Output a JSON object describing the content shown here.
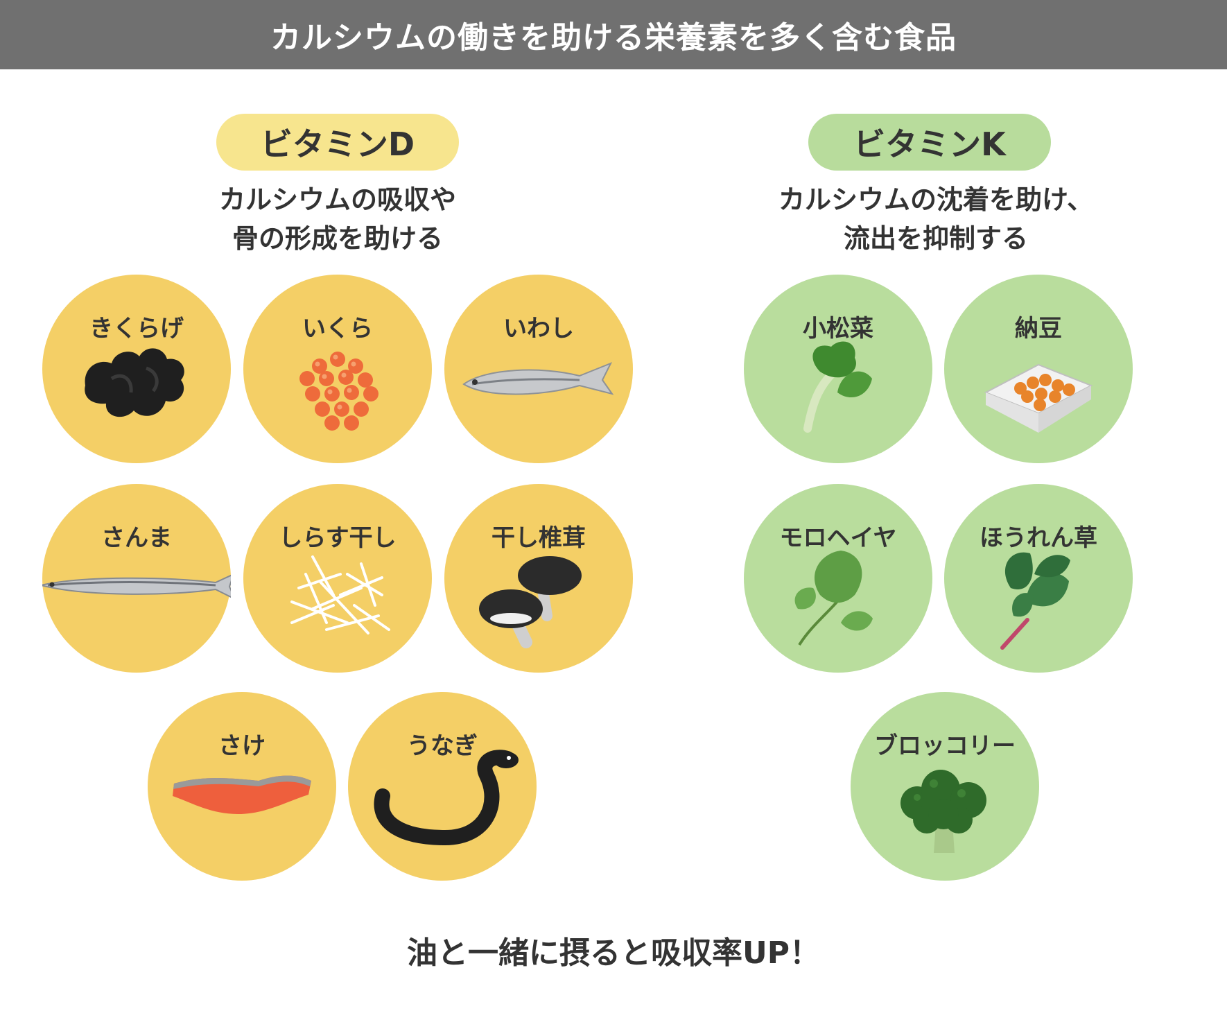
{
  "title": "カルシウムの働きを助ける栄養素を多く含む食品",
  "vitamin_d": {
    "label": "ビタミンD",
    "description_line1": "カルシウムの吸収や",
    "description_line2": "骨の形成を助ける",
    "foods": [
      "きくらげ",
      "いくら",
      "いわし",
      "さんま",
      "しらす干し",
      "干し椎茸",
      "さけ",
      "うなぎ"
    ]
  },
  "vitamin_k": {
    "label": "ビタミンK",
    "description_line1": "カルシウムの沈着を助け、",
    "description_line2": "流出を抑制する",
    "foods": [
      "小松菜",
      "納豆",
      "モロヘイヤ",
      "ほうれん草",
      "ブロッコリー"
    ]
  },
  "footer": "油と一緒に摂ると吸収率UP！",
  "colors": {
    "header_bg": "#707070",
    "vitamin_d_pill": "#f7e58e",
    "vitamin_d_circle": "#f4cf66",
    "vitamin_k_pill": "#b8dc9c",
    "vitamin_k_circle": "#b9dd9d"
  }
}
